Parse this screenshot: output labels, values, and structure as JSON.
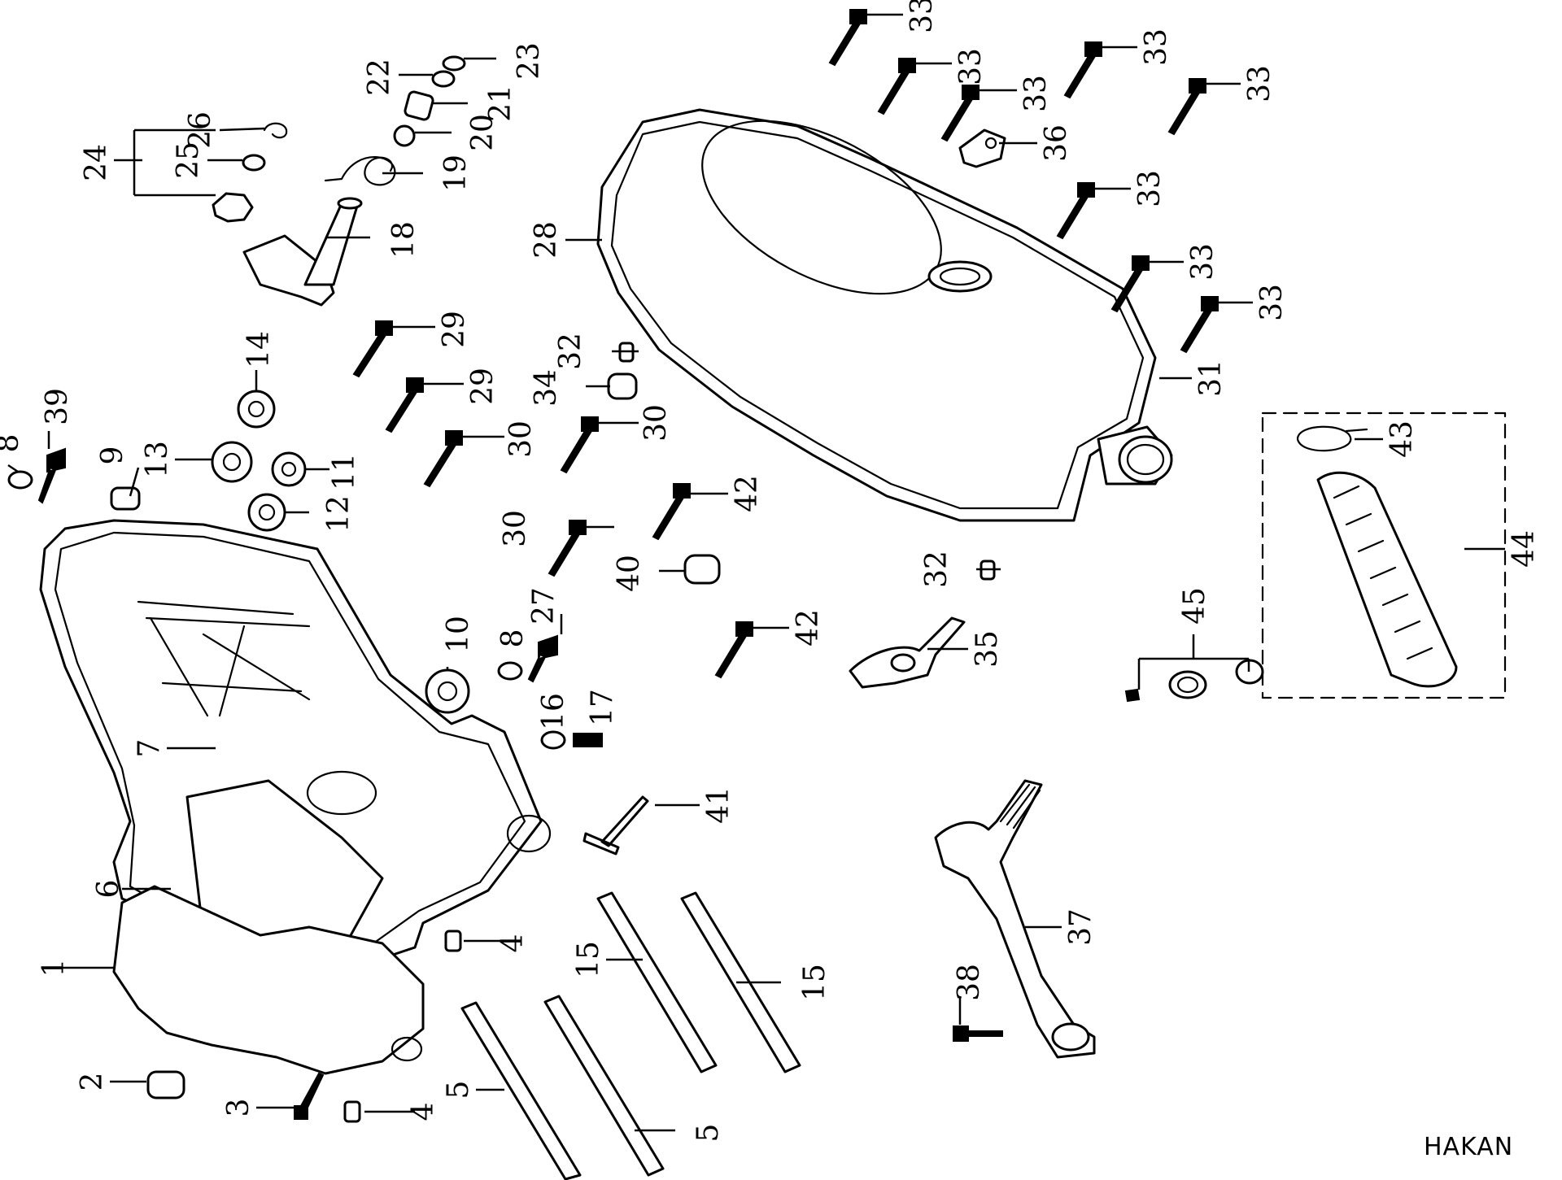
{
  "diagram": {
    "callouts": [
      "1",
      "2",
      "3",
      "4",
      "4",
      "5",
      "5",
      "6",
      "7",
      "8",
      "8",
      "9",
      "10",
      "11",
      "12",
      "13",
      "14",
      "15",
      "15",
      "16",
      "17",
      "18",
      "19",
      "20",
      "21",
      "22",
      "23",
      "24",
      "25",
      "26",
      "27",
      "28",
      "29",
      "29",
      "30",
      "30",
      "30",
      "31",
      "32",
      "32",
      "33",
      "33",
      "33",
      "33",
      "33",
      "33",
      "33",
      "33",
      "34",
      "35",
      "36",
      "37",
      "38",
      "39",
      "40",
      "41",
      "42",
      "42",
      "43",
      "44",
      "45"
    ],
    "watermark": "HAKAN"
  },
  "colors": {
    "line": "#000000",
    "background": "#ffffff"
  }
}
